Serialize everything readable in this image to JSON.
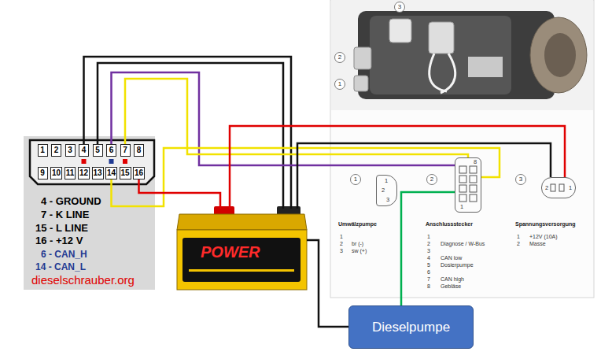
{
  "diagram": {
    "nodes": [
      {
        "text": [
          "4 - GROUND",
          "7 - K LINE",
          "15 - L LINE",
          "16 - +12 V",
          "6 - CAN_H",
          "14 - CAN_L",
          "dieselschrauber.org"
        ]
      },
      {
        "text": [
          "1"
        ],
        "in": 0
      },
      {
        "text": [
          "2"
        ],
        "in": 0
      },
      {
        "text": [
          "3"
        ],
        "in": 0
      },
      {
        "text": [
          "4"
        ],
        "in": 0
      },
      {
        "text": [
          "5"
        ],
        "in": 0
      },
      {
        "text": [
          "6"
        ],
        "in": 0
      },
      {
        "text": [
          "7"
        ],
        "in": 0
      },
      {
        "text": [
          "8"
        ],
        "in": 0
      },
      {
        "text": [
          "9"
        ],
        "in": 0
      },
      {
        "text": [
          "10"
        ],
        "in": 0
      },
      {
        "text": [
          "11"
        ],
        "in": 0
      },
      {
        "text": [
          "12"
        ],
        "in": 0
      },
      {
        "text": [
          "13"
        ],
        "in": 0
      },
      {
        "text": [
          "14"
        ],
        "in": 0
      },
      {
        "text": [
          "15"
        ],
        "in": 0
      },
      {
        "text": [
          "16"
        ],
        "in": 0
      },
      {
        "text": [
          "POWER"
        ]
      },
      {
        "text": [
          "3"
        ]
      },
      {
        "text": [
          "2"
        ]
      },
      {
        "text": [
          "1"
        ]
      },
      {
        "text": [
          "1"
        ]
      },
      {
        "text": [
          "2"
        ]
      },
      {
        "text": [
          "3"
        ]
      },
      {
        "text": [
          "1",
          "2",
          "3"
        ]
      },
      {
        "text": [
          "8",
          "1"
        ]
      },
      {
        "text": [
          "2",
          "1"
        ]
      },
      {
        "text": [
          "Dieselpumpe"
        ]
      }
    ],
    "edges": [
      {
        "from": 4,
        "to": 17,
        "arrow": "none"
      },
      {
        "from": 5,
        "to": 17,
        "arrow": "none"
      },
      {
        "from": 6,
        "to": 25,
        "arrow": "none"
      },
      {
        "from": 7,
        "to": 25,
        "arrow": "none"
      },
      {
        "from": 14,
        "to": 25,
        "arrow": "none"
      },
      {
        "from": 16,
        "to": 17,
        "arrow": "none"
      },
      {
        "from": 17,
        "to": 26,
        "arrow": "none"
      },
      {
        "from": 17,
        "to": 26,
        "arrow": "none"
      },
      {
        "from": 17,
        "to": 27,
        "arrow": "none"
      },
      {
        "from": 27,
        "to": 25,
        "arrow": "none"
      }
    ],
    "labels": [
      "Umwälzpumpe",
      "1",
      "2",
      "br (-)",
      "3",
      "sw (+)",
      "Anschlussstecker",
      "1",
      "2",
      "Diagnose / W-Bus",
      "3",
      "4",
      "CAN low",
      "5",
      "Dosierpumpe",
      "6",
      "7",
      "CAN high",
      "8",
      "Gebläse",
      "Spannungsversorgung",
      "1",
      "+12V (10A)",
      "2",
      "Masse"
    ]
  }
}
